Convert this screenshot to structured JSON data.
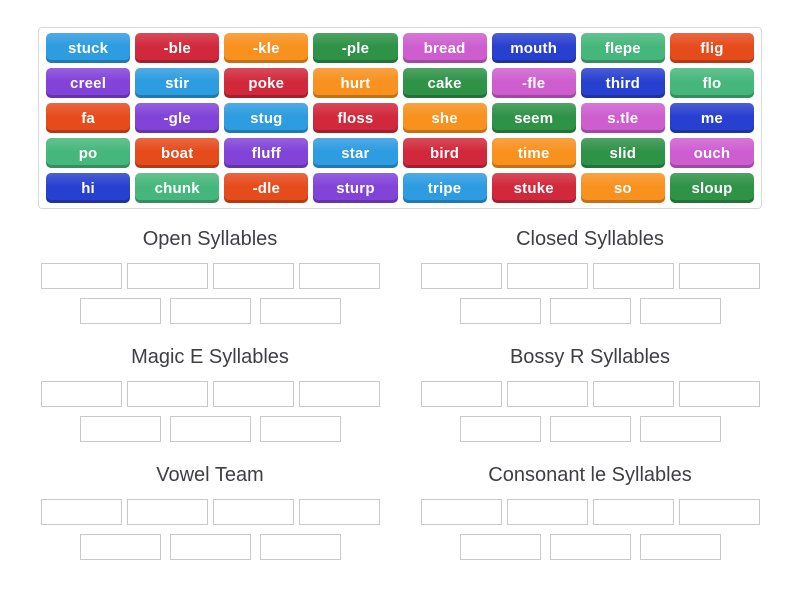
{
  "activity": {
    "type_label": "group-sort",
    "background": "#ffffff"
  },
  "palette": {
    "blue": "#2d9ce1",
    "red": "#d1293b",
    "orange": "#f8911e",
    "green": "#2e9247",
    "orchid": "#ce5ed0",
    "darkblue": "#2840cf",
    "seagreen": "#46b77c",
    "vermilion": "#e64b1c",
    "purple": "#8143d8",
    "title_text": "#3e3e44",
    "slot_border": "#c9c9c9",
    "board_border": "#d6dade"
  },
  "board": {
    "columns": 8,
    "rows": 5,
    "tiles": [
      {
        "normal": "stuck",
        "bold": "",
        "color": "blue"
      },
      {
        "normal": "",
        "bold": "-ble",
        "color": "red"
      },
      {
        "normal": "",
        "bold": "-kle",
        "color": "orange"
      },
      {
        "normal": "",
        "bold": "-ple",
        "color": "green"
      },
      {
        "normal": "bread",
        "bold": "",
        "color": "orchid"
      },
      {
        "normal": "mouth",
        "bold": "",
        "color": "darkblue"
      },
      {
        "normal": "flepe",
        "bold": "",
        "color": "seagreen"
      },
      {
        "normal": "flig",
        "bold": "",
        "color": "vermilion"
      },
      {
        "normal": "creel",
        "bold": "",
        "color": "purple"
      },
      {
        "normal": "stir",
        "bold": "",
        "color": "blue"
      },
      {
        "normal": "poke",
        "bold": "",
        "color": "red"
      },
      {
        "normal": "hurt",
        "bold": "",
        "color": "orange"
      },
      {
        "normal": "cake",
        "bold": "",
        "color": "green"
      },
      {
        "normal": "",
        "bold": "-fle",
        "color": "orchid"
      },
      {
        "normal": "third",
        "bold": "",
        "color": "darkblue"
      },
      {
        "normal": "flo",
        "bold": "",
        "color": "seagreen"
      },
      {
        "normal": "fa",
        "bold": "",
        "color": "vermilion"
      },
      {
        "normal": "",
        "bold": "-gle",
        "color": "purple"
      },
      {
        "normal": "stug",
        "bold": "",
        "color": "blue"
      },
      {
        "normal": "floss",
        "bold": "",
        "color": "red"
      },
      {
        "normal": "she",
        "bold": "",
        "color": "orange"
      },
      {
        "normal": "seem",
        "bold": "",
        "color": "green"
      },
      {
        "normal": "s.",
        "bold": "tle",
        "color": "orchid"
      },
      {
        "normal": "me",
        "bold": "",
        "color": "darkblue"
      },
      {
        "normal": "po",
        "bold": "",
        "color": "seagreen"
      },
      {
        "normal": "boat",
        "bold": "",
        "color": "vermilion"
      },
      {
        "normal": "fluff",
        "bold": "",
        "color": "purple"
      },
      {
        "normal": "star",
        "bold": "",
        "color": "blue"
      },
      {
        "normal": "bird",
        "bold": "",
        "color": "red"
      },
      {
        "normal": "time",
        "bold": "",
        "color": "orange"
      },
      {
        "normal": "slid",
        "bold": "",
        "color": "green"
      },
      {
        "normal": "ouch",
        "bold": "",
        "color": "orchid"
      },
      {
        "normal": "hi",
        "bold": "",
        "color": "darkblue"
      },
      {
        "normal": "chunk",
        "bold": "",
        "color": "seagreen"
      },
      {
        "normal": "",
        "bold": "-dle",
        "color": "vermilion"
      },
      {
        "normal": "sturp",
        "bold": "",
        "color": "purple"
      },
      {
        "normal": "tripe",
        "bold": "",
        "color": "blue"
      },
      {
        "normal": "stuke",
        "bold": "",
        "color": "red"
      },
      {
        "normal": "so",
        "bold": "",
        "color": "orange"
      },
      {
        "normal": "sloup",
        "bold": "",
        "color": "green"
      }
    ]
  },
  "groups": [
    {
      "title": "Open Syllables",
      "slots_row1": 4,
      "slots_row2": 3
    },
    {
      "title": "Closed Syllables",
      "slots_row1": 4,
      "slots_row2": 3
    },
    {
      "title": "Magic E Syllables",
      "slots_row1": 4,
      "slots_row2": 3
    },
    {
      "title": "Bossy R Syllables",
      "slots_row1": 4,
      "slots_row2": 3
    },
    {
      "title": "Vowel Team",
      "slots_row1": 4,
      "slots_row2": 3
    },
    {
      "title": "Consonant le Syllables",
      "slots_row1": 4,
      "slots_row2": 3
    }
  ]
}
